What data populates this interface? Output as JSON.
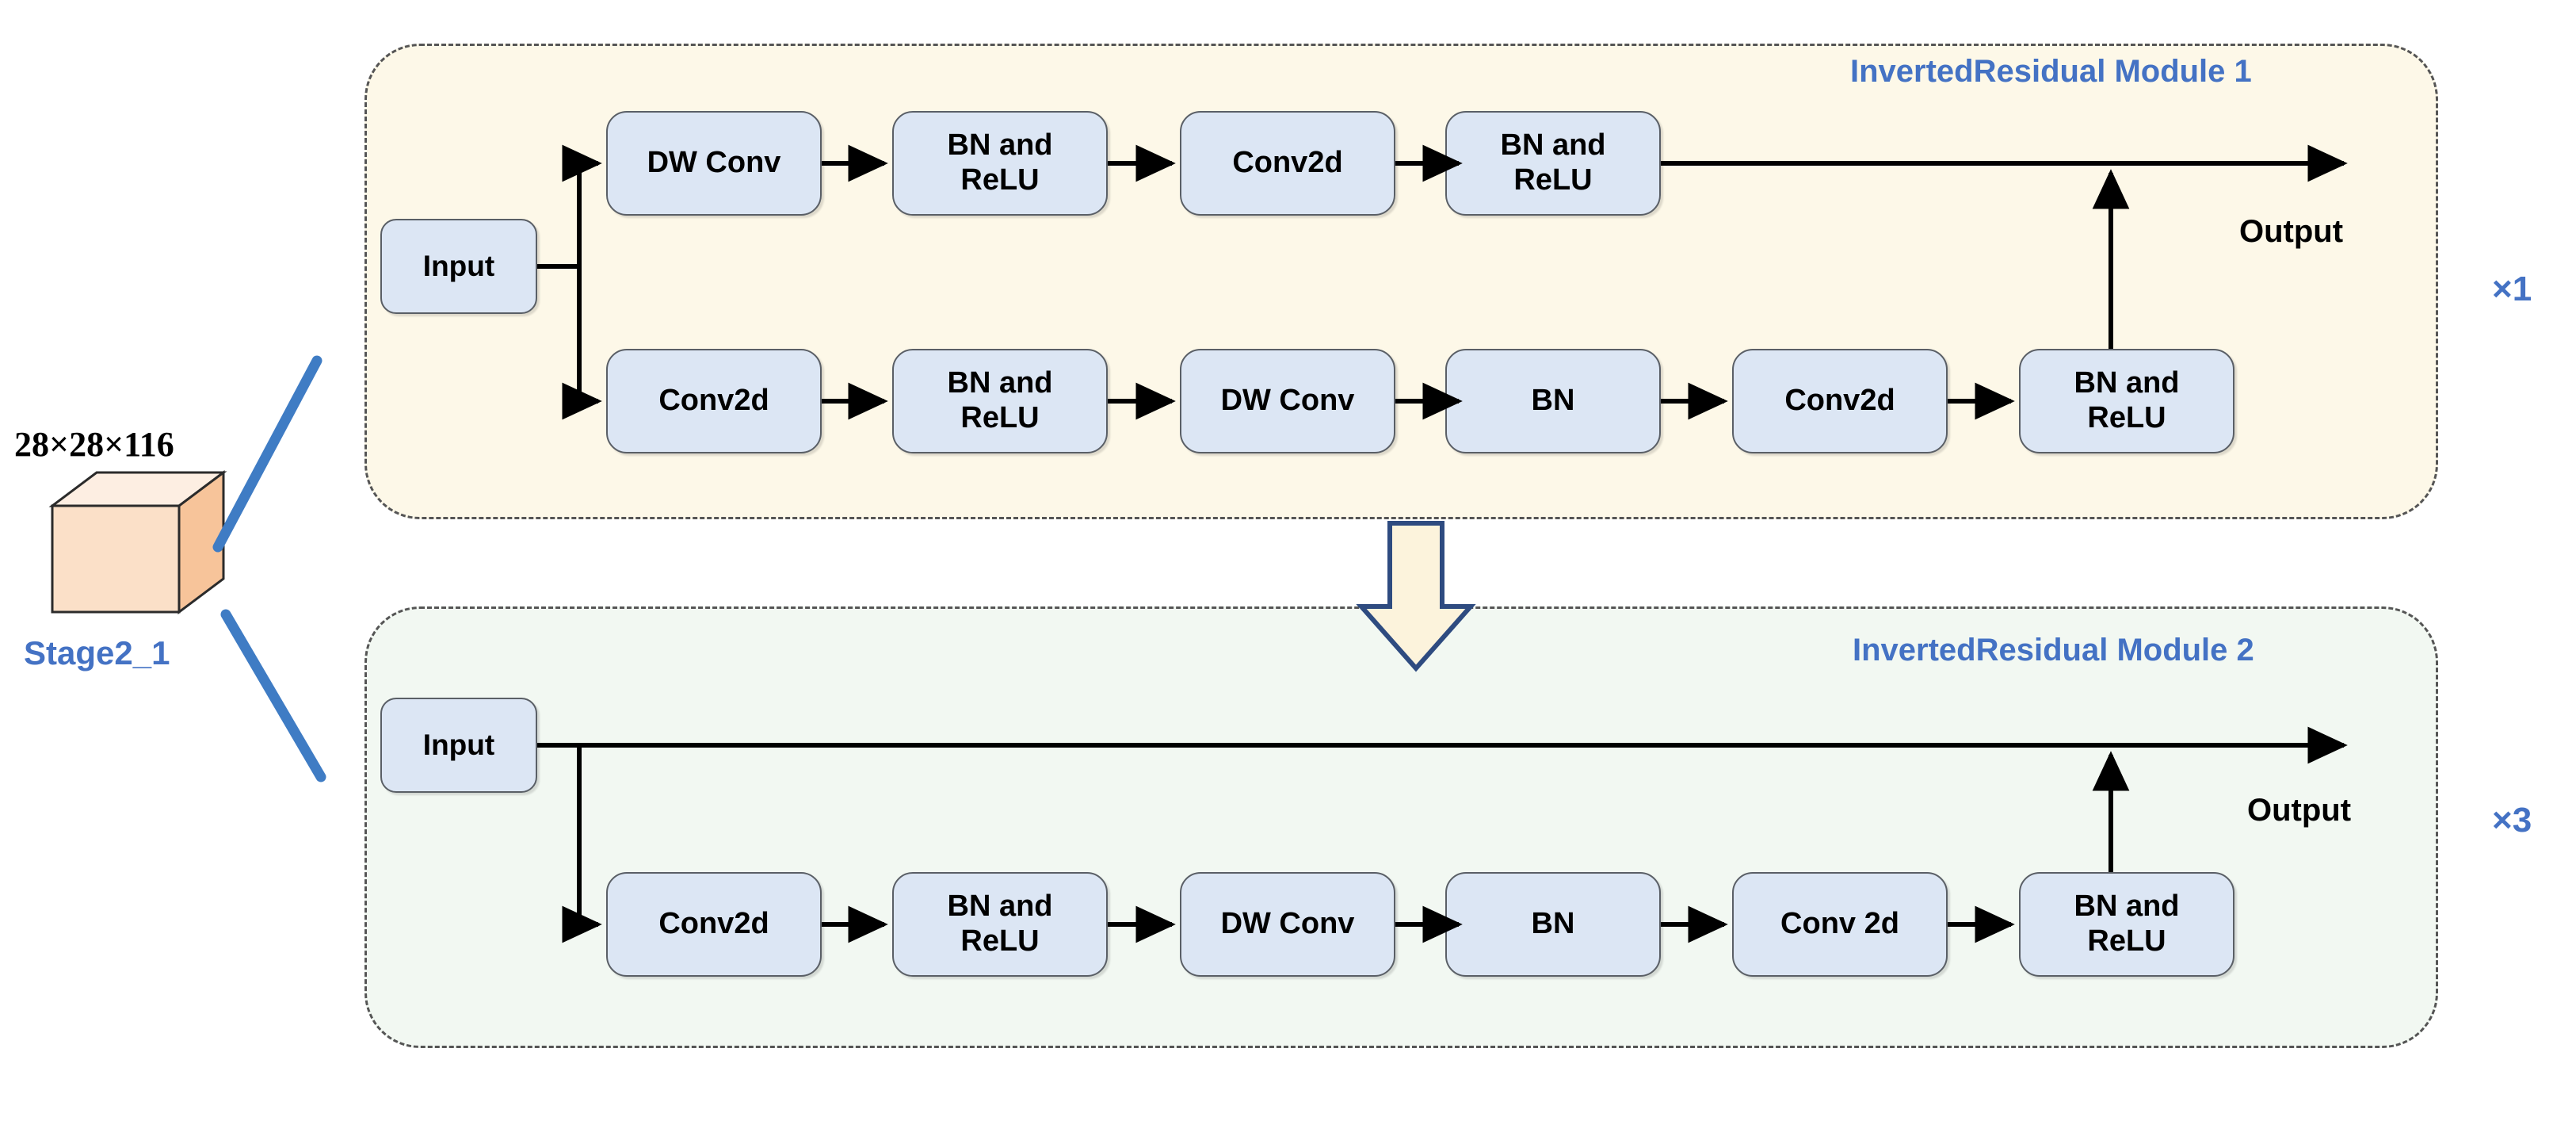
{
  "diagram": {
    "tensor": {
      "dims_label": "28×28×116",
      "stage_label": "Stage2_1",
      "cube_front_color": "#fbe0c8",
      "cube_top_color": "#fdeee2",
      "cube_side_color": "#f7c49a",
      "connector_color": "#3f7cc4"
    },
    "accent_color": "#4472c4",
    "node_fill": "#dce6f4",
    "node_stroke": "#5a5f66",
    "modules": [
      {
        "id": "module1",
        "title": "InvertedResidual Module 1",
        "repeat": "×1",
        "background": "#fdf8e8",
        "input_label": "Input",
        "output_label": "Output",
        "top_branch": [
          "DW Conv",
          "BN and\nReLU",
          "Conv2d",
          "BN and\nReLU"
        ],
        "bottom_branch": [
          "Conv2d",
          "BN and\nReLU",
          "DW Conv",
          "BN",
          "Conv2d",
          "BN and\nReLU"
        ]
      },
      {
        "id": "module2",
        "title": "InvertedResidual Module 2",
        "repeat": "×3",
        "background": "#f2f8f2",
        "input_label": "Input",
        "output_label": "Output",
        "top_branch": [],
        "bottom_branch": [
          "Conv2d",
          "BN and\nReLU",
          "DW Conv",
          "BN",
          "Conv 2d",
          "BN and\nReLU"
        ]
      }
    ],
    "transition_arrow": {
      "name": "module-transition-arrow",
      "fill": "#fcf3dc",
      "stroke": "#2e4b80"
    }
  }
}
